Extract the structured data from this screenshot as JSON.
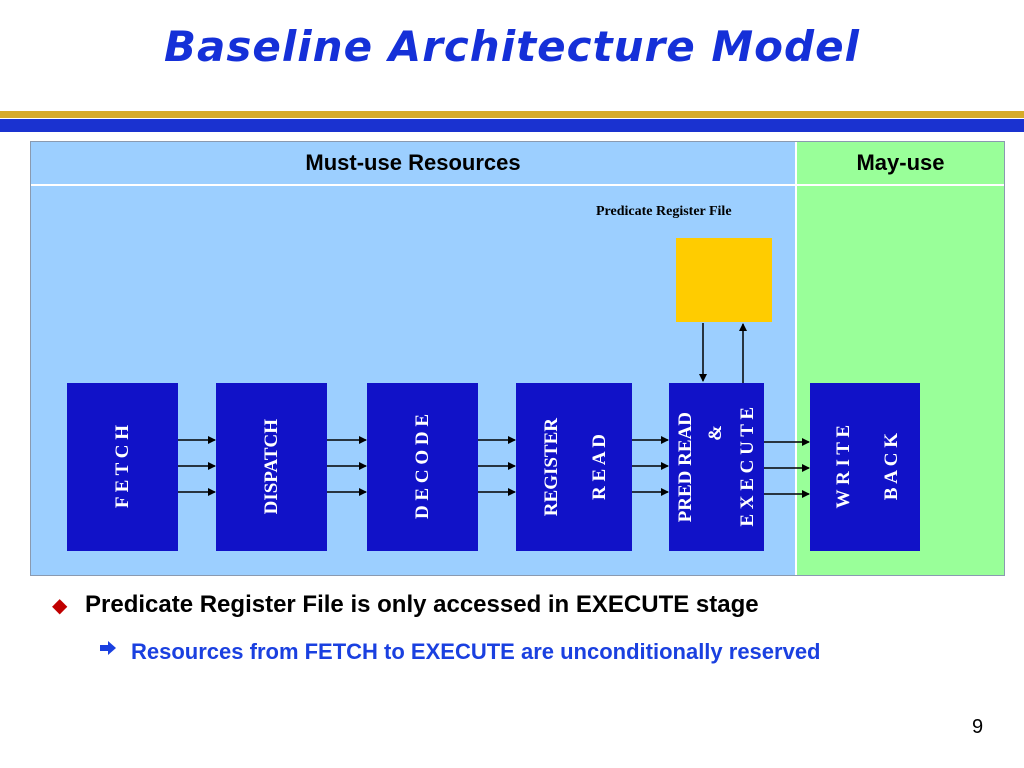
{
  "slide": {
    "title": "Baseline Architecture Model",
    "page_number": "9"
  },
  "table": {
    "header_must": "Must-use Resources",
    "header_may": "May-use"
  },
  "diagram": {
    "predicate_register_label": "Predicate Register File",
    "stages": {
      "fetch": "F E T C H",
      "dispatch": "DISPATCH",
      "decode": "D E C O D E",
      "register": "REGISTER",
      "read": "R E A D",
      "pred_read": "PRED READ",
      "ampersand": "&",
      "execute": "E X E C U T E",
      "write": "W R I T E",
      "back": "B A C K"
    }
  },
  "bullets": {
    "main": "Predicate Register File is only accessed in EXECUTE stage",
    "sub": "Resources from FETCH to EXECUTE are unconditionally reserved"
  },
  "colors": {
    "title": "#1530d8",
    "must_use_bg": "#9ccfff",
    "may_use_bg": "#99ff99",
    "stage_box": "#1112c8",
    "register_file": "#ffcc00",
    "sub_bullet": "#1a40e0"
  }
}
